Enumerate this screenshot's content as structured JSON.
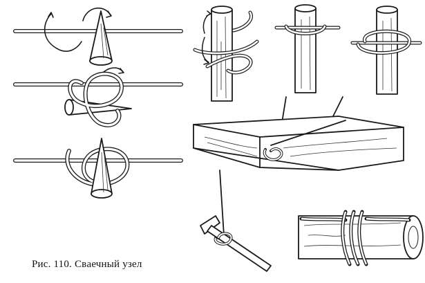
{
  "figure": {
    "caption": "Рис. 110. Свaечный узел",
    "ink_color": "#1a1a1a",
    "paper_color": "#ffffff",
    "panels": [
      {
        "id": "step-1",
        "subject": "rope over cone spike"
      },
      {
        "id": "step-2",
        "subject": "rope looped around cone spike"
      },
      {
        "id": "step-3",
        "subject": "finished knot on cone spike"
      },
      {
        "id": "post-1",
        "subject": "rope wrapping post"
      },
      {
        "id": "post-2",
        "subject": "knot on post"
      },
      {
        "id": "post-3",
        "subject": "knot with loop on post"
      },
      {
        "id": "plank",
        "subject": "plank hung by rope"
      },
      {
        "id": "hammer",
        "subject": "hammer hung by rope"
      },
      {
        "id": "log",
        "subject": "log tied with rope"
      }
    ]
  }
}
